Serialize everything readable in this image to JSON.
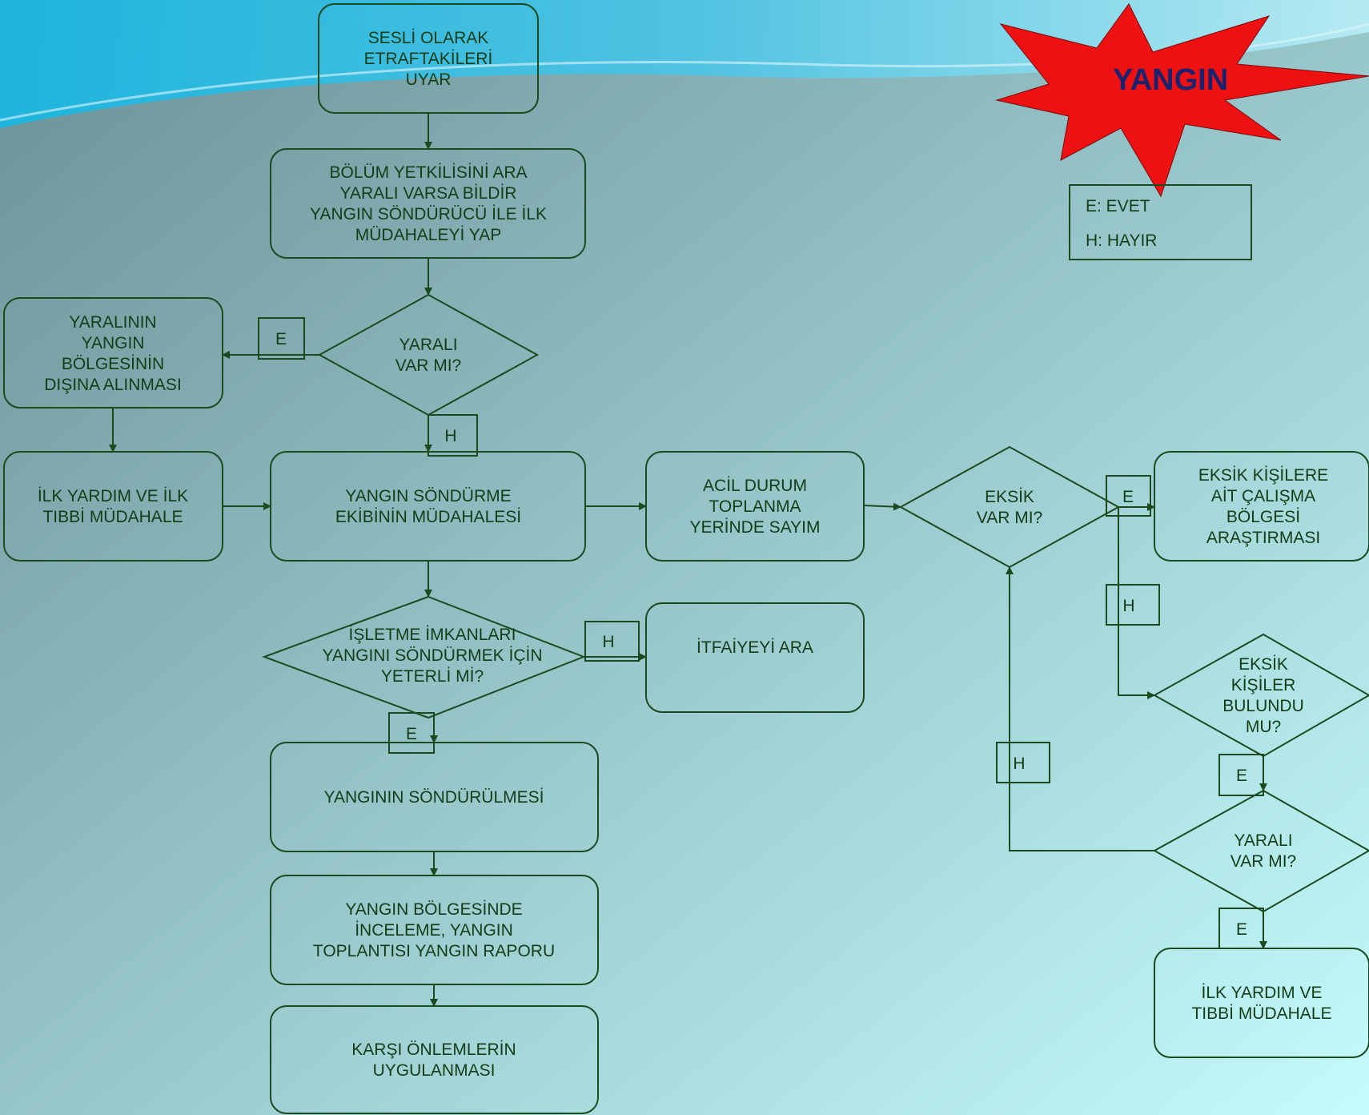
{
  "title": "YANGIN",
  "legend": {
    "evet": "E: EVET",
    "hayir": "H: HAYIR"
  },
  "nodes": {
    "warn": [
      "SESLİ OLARAK",
      "ETRAFTAKİLERİ",
      "UYAR"
    ],
    "call": [
      "BÖLÜM YETKİLİSİNİ ARA",
      "YARALI VARSA BİLDİR",
      "YANGIN SÖNDÜRÜCÜ İLE İLK",
      "MÜDAHALEYİ YAP"
    ],
    "injured_q": [
      "YARALI",
      "VAR MI?"
    ],
    "evacuate": [
      "YARALININ",
      "YANGIN",
      "BÖLGESİNİN",
      "DIŞINA ALINMASI"
    ],
    "firstaid": [
      "İLK YARDIM VE İLK",
      "TIBBİ MÜDAHALE"
    ],
    "team": [
      "YANGIN SÖNDÜRME",
      "EKİBİNİN MÜDAHALESİ"
    ],
    "count": [
      "ACİL DURUM",
      "TOPLANMA",
      "YERİNDE SAYIM"
    ],
    "missing_q": [
      "EKSİK",
      "VAR MI?"
    ],
    "search": [
      "EKSİK KİŞİLERE",
      "AİT ÇALIŞMA",
      "BÖLGESİ",
      "ARAŞTIRMASI"
    ],
    "capacity_q": [
      "İŞLETME İMKANLARI",
      "YANGINI SÖNDÜRMEK İÇİN",
      "YETERLİ Mİ?"
    ],
    "firedept": [
      "İTFAİYEYİ ARA"
    ],
    "found_q": [
      "EKSİK",
      "KİŞİLER",
      "BULUNDU",
      "MU?"
    ],
    "extinguish": [
      "YANGININ SÖNDÜRÜLMESİ"
    ],
    "injured_q2": [
      "YARALI",
      "VAR MI?"
    ],
    "inspect": [
      "YANGIN BÖLGESİNDE",
      "İNCELEME, YANGIN",
      "TOPLANTISI YANGIN RAPORU"
    ],
    "firstaid2": [
      "İLK YARDIM VE",
      "TIBBİ MÜDAHALE"
    ],
    "measures": [
      "KARŞI ÖNLEMLERİN",
      "UYGULANMASI"
    ]
  },
  "edge_labels": {
    "injured_yes": "E",
    "injured_no": "H",
    "missing_yes": "E",
    "missing_no": "H",
    "capacity_no": "H",
    "capacity_yes": "E",
    "found_yes": "E",
    "injured2_no": "H",
    "injured2_yes": "E"
  },
  "colors": {
    "line": "#1b4a1e",
    "text": "#123d16",
    "burst_fill": "#ee1111",
    "title_text": "#18226e"
  }
}
